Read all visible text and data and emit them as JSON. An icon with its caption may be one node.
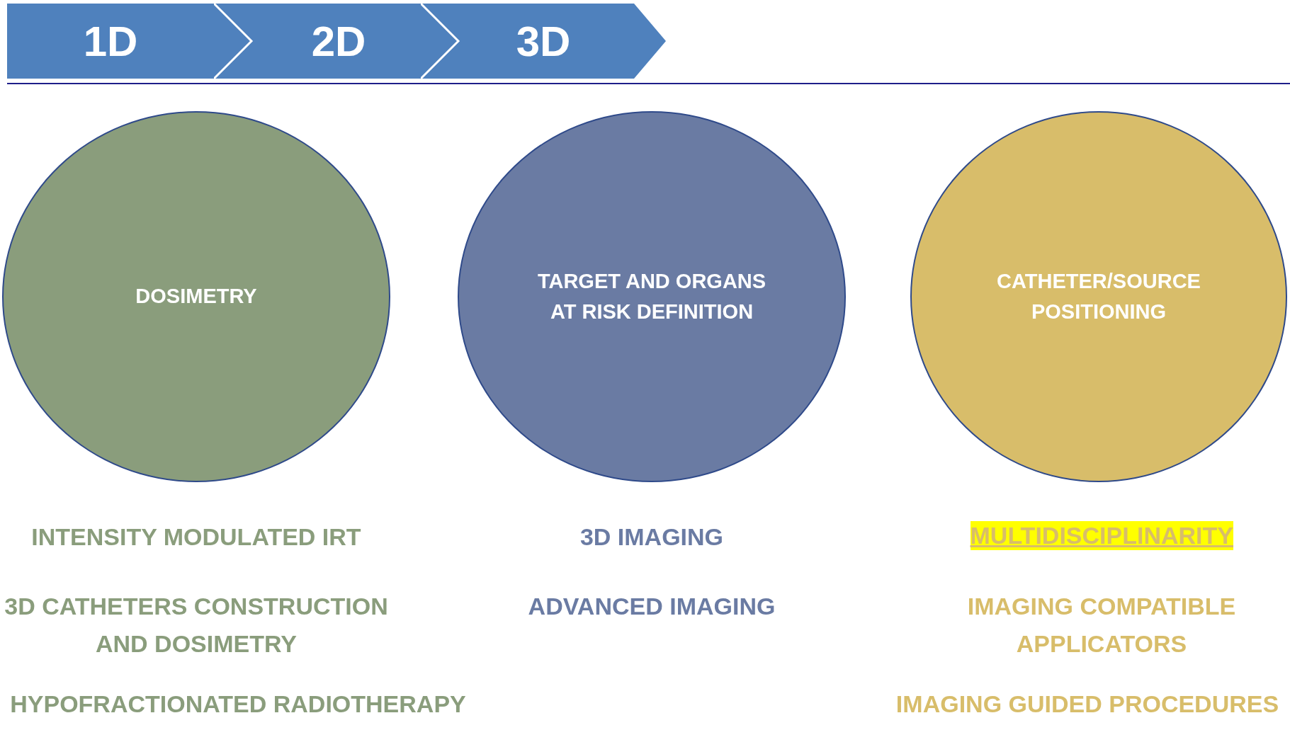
{
  "diagram": {
    "nodes": [
      {
        "text": [
          "1D"
        ]
      },
      {
        "text": [
          "2D"
        ]
      },
      {
        "text": [
          "3D"
        ]
      },
      {
        "text": [
          "DOSIMETRY"
        ]
      },
      {
        "text": [
          "TARGET AND ORGANS AT RISK DEFINITION"
        ]
      },
      {
        "text": [
          "CATHETER/SOURCE POSITIONING"
        ]
      }
    ],
    "edges": [],
    "labels": [
      "INTENSITY MODULATED IRT",
      "3D IMAGING",
      "MULTIDISCIPLINARITY",
      "3D CATHETERS CONSTRUCTION AND DOSIMETRY",
      "ADVANCED IMAGING",
      "IMAGING COMPATIBLE APPLICATORS",
      "HYPOFRACTIONATED RADIOTHERAPY",
      "IMAGING GUIDED PROCEDURES"
    ]
  }
}
